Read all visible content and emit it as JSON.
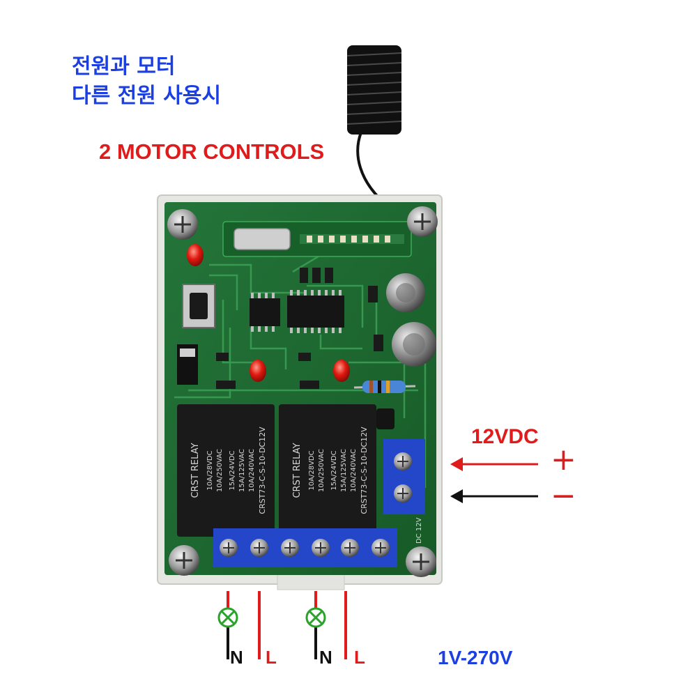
{
  "annotations": {
    "title_line_1": "전원과 모터",
    "title_line_2": "다른 전원 사용시",
    "motor_label": "2 MOTOR CONTROLS",
    "supply_label": "12VDC",
    "plus": "+",
    "minus": "−",
    "load_left_n": "N",
    "load_left_l": "L",
    "load_right_n": "N",
    "load_right_l": "L",
    "voltage_range": "1V-270V"
  },
  "relays": [
    {
      "brand": "CRST RELAY",
      "model": "CRST73-C-S-10-DC12V",
      "rating_1": "10A/28VDC",
      "rating_2": "10A/250VAC",
      "rating_3": "15A/24VDC",
      "rating_4": "15A/125VAC",
      "rating_5": "10A/240VAC"
    },
    {
      "brand": "CRST RELAY",
      "model": "CRST73-C-S-10-DC12V",
      "rating_1": "10A/28VDC",
      "rating_2": "10A/250VAC",
      "rating_3": "15A/24VDC",
      "rating_4": "15A/125VAC",
      "rating_5": "10A/240VAC"
    }
  ],
  "board_marking": "DC 12V",
  "colors": {
    "pcb": "#1f6b2e",
    "enclosure": "#e6e6e2",
    "terminal": "#2446c9",
    "relay": "#1a1a1a",
    "annotation_blue": "#1b3fe0",
    "annotation_red": "#e01b1b",
    "lamp": "#2aa32a"
  }
}
